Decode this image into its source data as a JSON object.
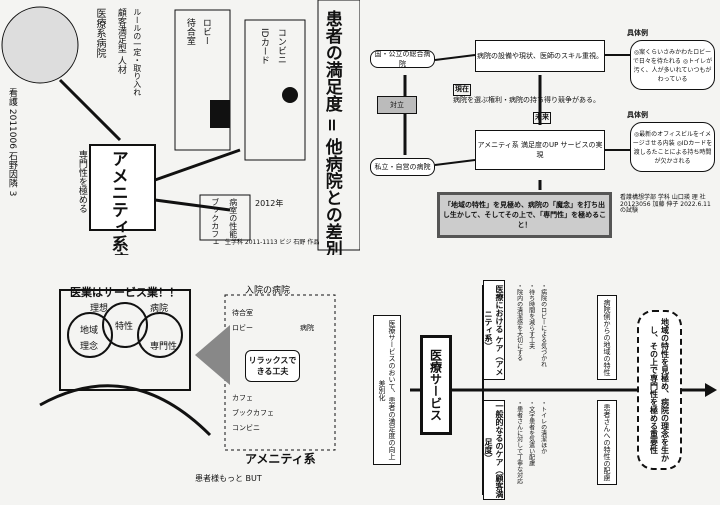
{
  "q1": {
    "caption": "患者の満足度 = 他病院との差別化",
    "side_note": "看護 2011006 石野因隣 3",
    "amenity": "アメニティ系病院",
    "rules": "ルールの一定・取り入れ",
    "customer": "顧客満足型 人材",
    "medical": "医療系病院",
    "bottom": "専門性を極める",
    "flow": "2012年",
    "items": [
      "待合室",
      "ロビー",
      "IDカード",
      "コンビニ",
      "ブックカフェ",
      "病室の性能"
    ],
    "footer": "生学科 2011-1113 ビジ 石野 作品"
  },
  "q2": {
    "public": "国・公立の総合病院",
    "private": "私立・自営の病院",
    "mid_top": "病院の設備や現状、医師のスキル重視。",
    "present_label": "現在",
    "present": "病院を選ぶ権利・病院の持ち得り競争がある。",
    "future_label": "未来",
    "center": "アメニティ系 満足度のUP サービスの実現",
    "confront": "対立",
    "ex_label_1": "具体例",
    "ex1": "◎案くらいさみかわたロビーで日々を待たれる ◎トイレが汚く、人が多いれていつもがわっている",
    "ex_label_2": "具体例",
    "ex2": "◎最新のオフィスビルをイメージさせる内装 ◎IDカードを渡しるたことによる持ち時間が欠かされる",
    "conclusion": "「地域の特性」を見極め、病院の「魔念」を打ち出し生かして、そしてその上で、「専門性」を極めること！",
    "note": "看護構想学部 学科 山口瑛 理 社 20123056 加藤 伸子 2022.6.11 の試験"
  },
  "q3": {
    "title": "医業はサービス業！！",
    "subtitle": "入院の病院",
    "ideal": "理想",
    "hospital": "病院",
    "area": "地域",
    "feature": "特性",
    "philosophy": "理念",
    "specialty": "専門性",
    "relax": "リラックスできる工夫",
    "amenity": "アメニティ系",
    "list": [
      "待合室",
      "ロビー",
      "病院",
      "カフェ",
      "ブックカフェ",
      "コンビニ"
    ],
    "bottom": "患者様もっと BUT"
  },
  "q4": {
    "service": "医療サービス",
    "care_top_title": "医療における ケア（アメニティ系）",
    "care_top_items": [
      "・院内の清潔感を大切にする",
      "・待ち時間を減らす工夫",
      "・病院のロビーによる気づかれ"
    ],
    "care_bottom_title": "一般的なるのケア（顧客満足度）",
    "care_bottom_items": [
      "・患者さんに対して丁寧な対応",
      "・文字患者を気遣い配慮",
      "・トイレの清潔ほか"
    ],
    "left_note": "医療サービスのおいて、患者の満足度の向上 差別化",
    "right_note_top": "病院側からの地域の特性",
    "right_note_bottom": "患者さんへの特性の配慮",
    "final": "地域の特性を見極め、病院の理念を生かし、その上で専門性を極める重要性"
  }
}
